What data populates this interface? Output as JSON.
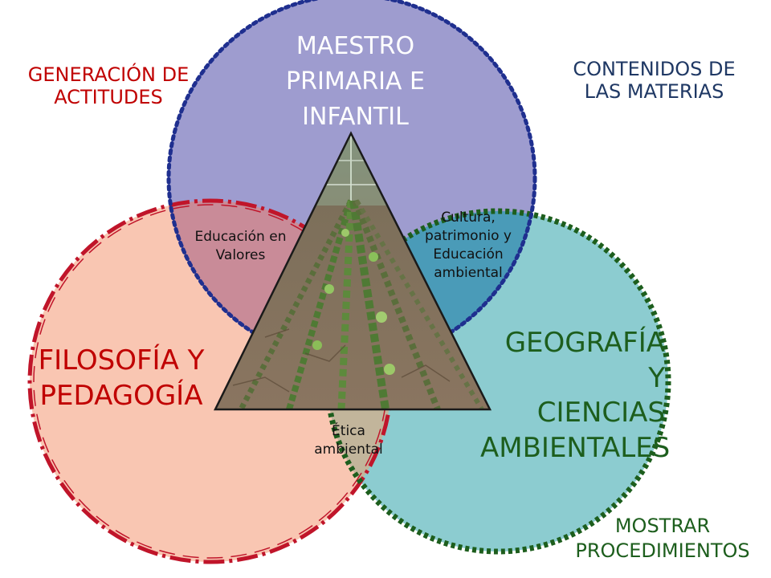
{
  "diagram": {
    "top_circle": {
      "title": "MAESTRO\nPRIMARIA E\nINFANTIL",
      "fill": "#9e9ccf",
      "border": "#1f2f8f"
    },
    "left_circle": {
      "title": "FILOSOFÍA Y\nPEDAGOGÍA",
      "fill": "#f9c6b2",
      "border": "#c0152a"
    },
    "right_circle": {
      "title": "GEOGRAFÍA Y\nCIENCIAS\nAMBIENTALES",
      "fill": "#8cccd0",
      "border": "#1d5e1d"
    },
    "overlaps": {
      "top_left": "Educación en\nValores",
      "top_right": "Cultura,\npatrimonio y\nEducación\nambiental",
      "bottom": "Ética\nambiental"
    },
    "corner_labels": {
      "top_left": "GENERACIÓN DE\nACTITUDES",
      "top_right": "CONTENIDOS DE\nLAS MATERIAS",
      "bottom_right": "MOSTRAR\nPROCEDIMIENTOS"
    },
    "center_image": "school-garden-photo"
  },
  "colors": {
    "overlap_top_left": "#c98b98",
    "overlap_top_right": "#4a9bb8",
    "overlap_bottom": "#c2b59b",
    "accent_red": "#c00000",
    "accent_navy": "#1f3864",
    "accent_green": "#1d5e1d"
  }
}
